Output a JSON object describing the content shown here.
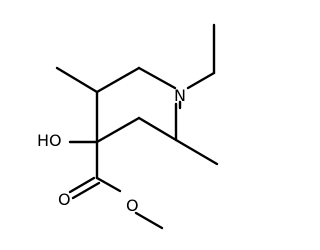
{
  "molecule": {
    "atoms": {
      "nitrogen": "N",
      "hydroxyl": "HO",
      "ester_oxygen_carbonyl": "O",
      "ester_oxygen_ether": "O"
    }
  },
  "colors": {
    "bond": "#000000",
    "label": "#000000",
    "background": "#ffffff"
  }
}
